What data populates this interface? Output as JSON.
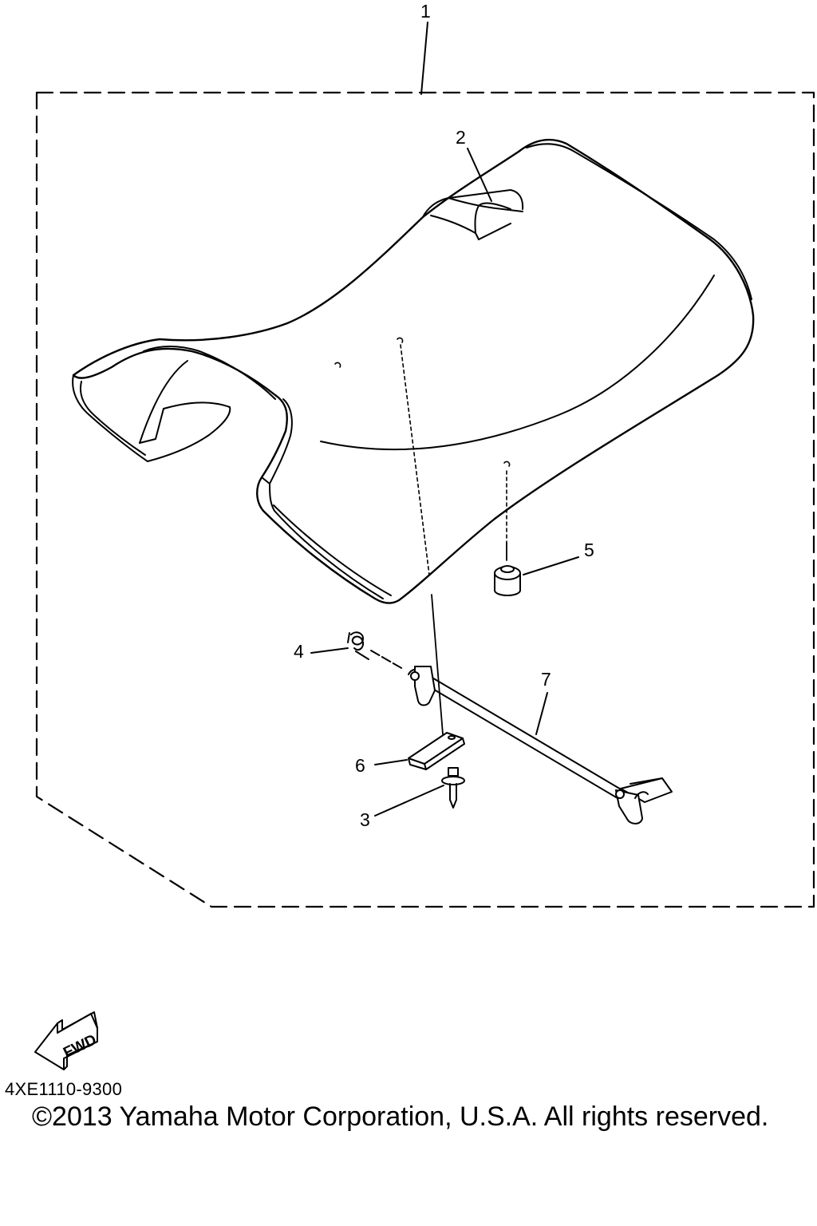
{
  "diagram": {
    "callouts": [
      {
        "id": "1",
        "label": "1"
      },
      {
        "id": "2",
        "label": "2"
      },
      {
        "id": "3",
        "label": "3"
      },
      {
        "id": "4",
        "label": "4"
      },
      {
        "id": "5",
        "label": "5"
      },
      {
        "id": "6",
        "label": "6"
      },
      {
        "id": "7",
        "label": "7"
      }
    ],
    "fwd_label": "FWD"
  },
  "footer": {
    "part_code": "4XE1110-9300",
    "copyright": "©2013 Yamaha Motor Corporation, U.S.A. All rights reserved."
  }
}
